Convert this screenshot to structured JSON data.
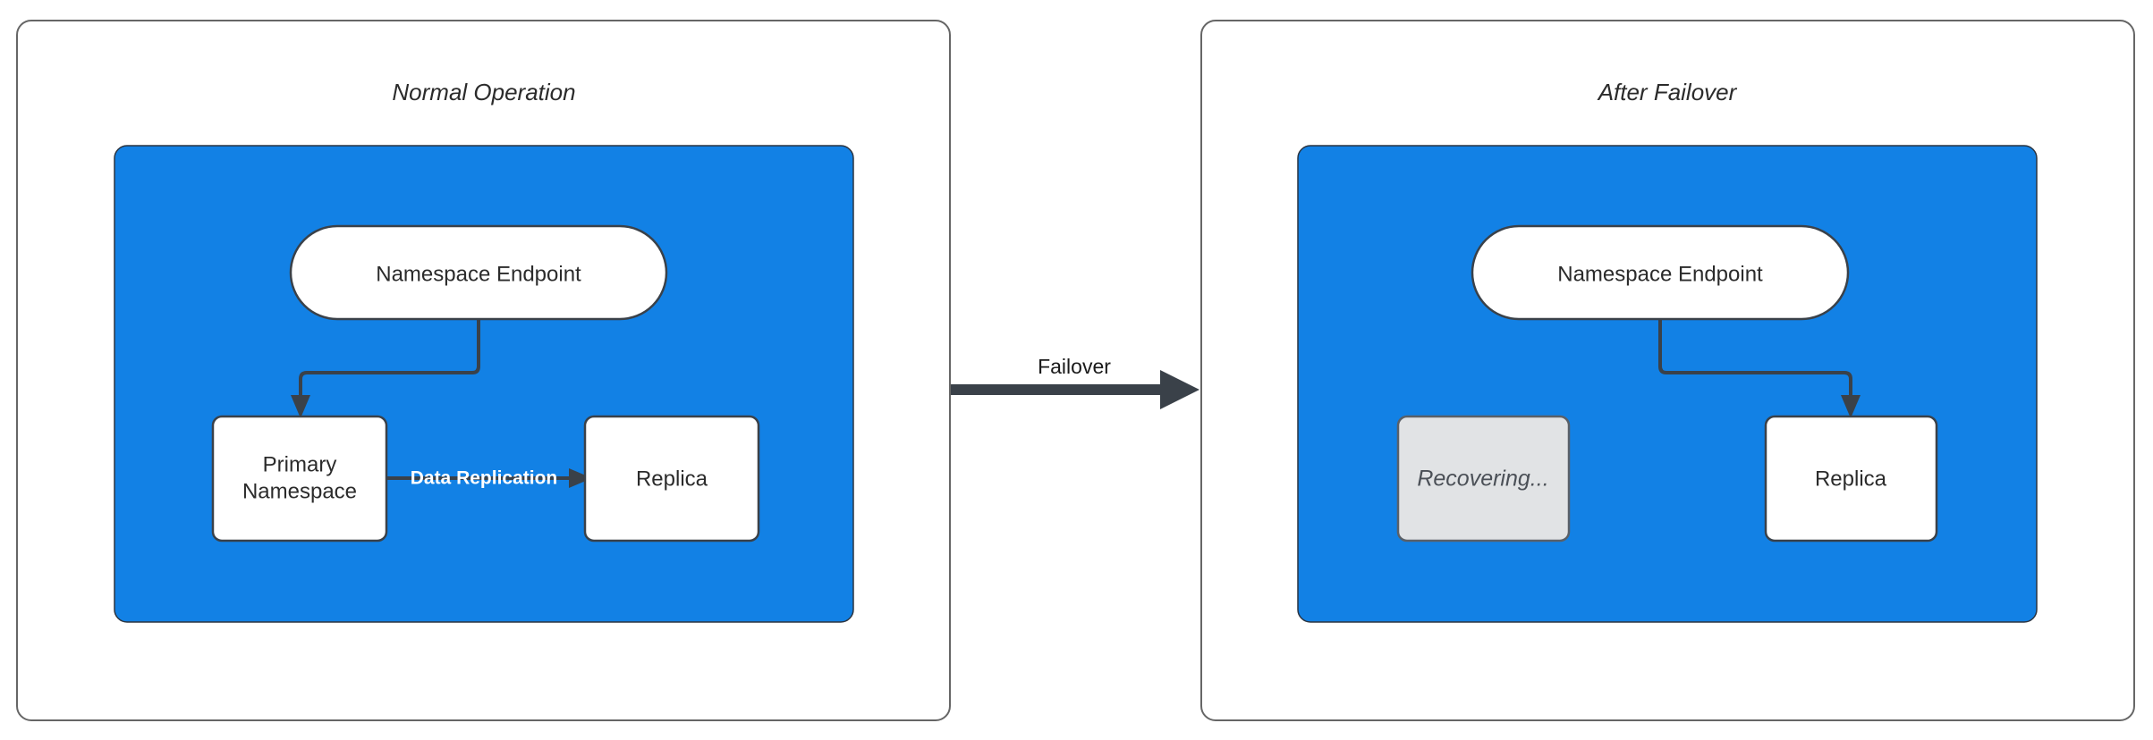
{
  "diagram": {
    "title_left": "Normal Operation",
    "title_right": "After Failover",
    "transition_label": "Failover",
    "colors": {
      "group_blue": "#1281e5",
      "node_white": "#ffffff",
      "node_disabled_gray": "#e1e3e5",
      "stroke_dark": "#3a4149",
      "panel_border": "#666666",
      "label_white": "#ffffff",
      "label_dark": "#2b2b2b"
    }
  },
  "left_panel": {
    "title": "Normal Operation",
    "nodes": {
      "endpoint": "Namespace Endpoint",
      "primary_line1": "Primary",
      "primary_line2": "Namespace",
      "replica": "Replica"
    },
    "edges": {
      "endpoint_to_primary": "",
      "primary_to_replica": "Data Replication"
    }
  },
  "right_panel": {
    "title": "After Failover",
    "nodes": {
      "endpoint": "Namespace Endpoint",
      "recovering": "Recovering...",
      "replica": "Replica"
    },
    "edges": {
      "endpoint_to_replica": ""
    }
  },
  "transition": {
    "label": "Failover"
  }
}
